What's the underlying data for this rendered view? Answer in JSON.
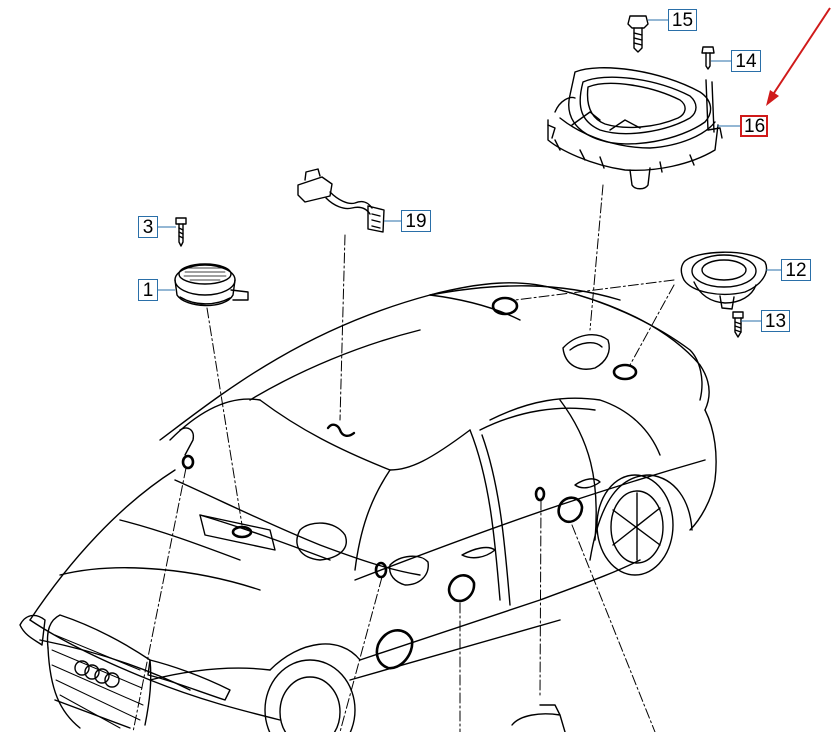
{
  "callouts": {
    "c1": "1",
    "c3": "3",
    "c12": "12",
    "c13": "13",
    "c14": "14",
    "c15": "15",
    "c16": "16",
    "c19": "19"
  },
  "highlighted_part": "16",
  "colors": {
    "callout_border": "#2a6fa8",
    "highlight": "#d01a1a",
    "line_art": "#000000"
  }
}
